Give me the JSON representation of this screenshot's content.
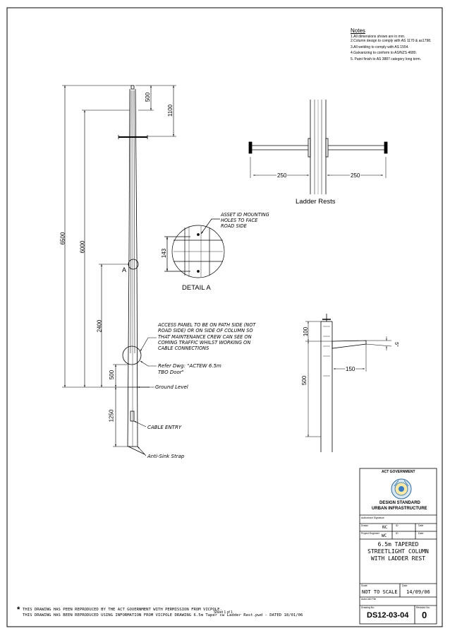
{
  "notes": {
    "heading": "Notes",
    "items": [
      "1.All dimensions shown are in mm.",
      "2.Column design to comply with AS 1170 & as1798.",
      "3.All welding to comply with AS 1554.",
      "4.Galvanizing to conform to AS/NZS 4680.",
      "5. Paint finish to AS 3887 category long term."
    ]
  },
  "elevation": {
    "dims": [
      "500",
      "1100",
      "6500",
      "6000",
      "2400",
      "500",
      "1250"
    ],
    "detail_marker": "A",
    "labels": {
      "ground_level": "Ground Level",
      "cable_entry": "CABLE ENTRY",
      "anti_sink": "Anti-Sink Strap",
      "access_panel": [
        "ACCESS PANEL TO BE ON PATH SIDE (NOT",
        "ROAD SIDE) OR ON SIDE OF COLUMN SO",
        "THAT MAINTENANCE CREW CAN SEE ON",
        "COMING TRAFFIC WHILST WORKING ON",
        "CABLE CONNECTIONS"
      ],
      "refer_dwg": [
        "Refer Dwg: \"ACTEW 6.5m",
        "TBO Door\""
      ]
    }
  },
  "detail_a": {
    "title": "DETAIL A",
    "dim": "143",
    "note": [
      "ASSET ID MOUNTING",
      "HOLES TO FACE",
      "ROAD SIDE"
    ]
  },
  "ladder_rests": {
    "title": "Ladder Rests",
    "dims": [
      "250",
      "250"
    ]
  },
  "bracket_detail": {
    "dims": [
      "100",
      "500",
      "150",
      "5°"
    ]
  },
  "title_block": {
    "org": "ACT GOVERNMENT",
    "heading1": "DESIGN STANDARD",
    "heading2": "URBAN INFRASTRUCTURE",
    "authorised": "Authorised Signature",
    "drawn_label": "Drawn",
    "drawn_value": "NC",
    "id_label": "ID",
    "date_label": "Date",
    "eng_label": "Project Engineer",
    "eng_value": "WC",
    "title_lines": [
      "6.5m TAPERED",
      "STREETLIGHT COLUMN",
      "WITH LADDER REST"
    ],
    "scale_label": "Scale",
    "scale_value": "NOT TO SCALE",
    "date_value": "14/09/06",
    "autocad_label": "AutoCAD File",
    "drawing_no_label": "Drawing No.",
    "drawing_no": "DS12-03-04",
    "revision_label": "Revision No.",
    "revision": "0"
  },
  "footer": {
    "line1": "THIS DRAWING HAS PEEN REPRODUCED BY THE ACT GOVERNMENT WITH PERMISSION FROM VICPOLE.",
    "line2": "THIS DRAWING HAS BEEN REPRODUCED USING INFORMATION FROM VICPOLE DRAWING 6.5m Taper cw Ladder Rest.pwd - DATED 18/01/06",
    "star": "*",
    "sheet": "Sheet 1 of 1"
  }
}
